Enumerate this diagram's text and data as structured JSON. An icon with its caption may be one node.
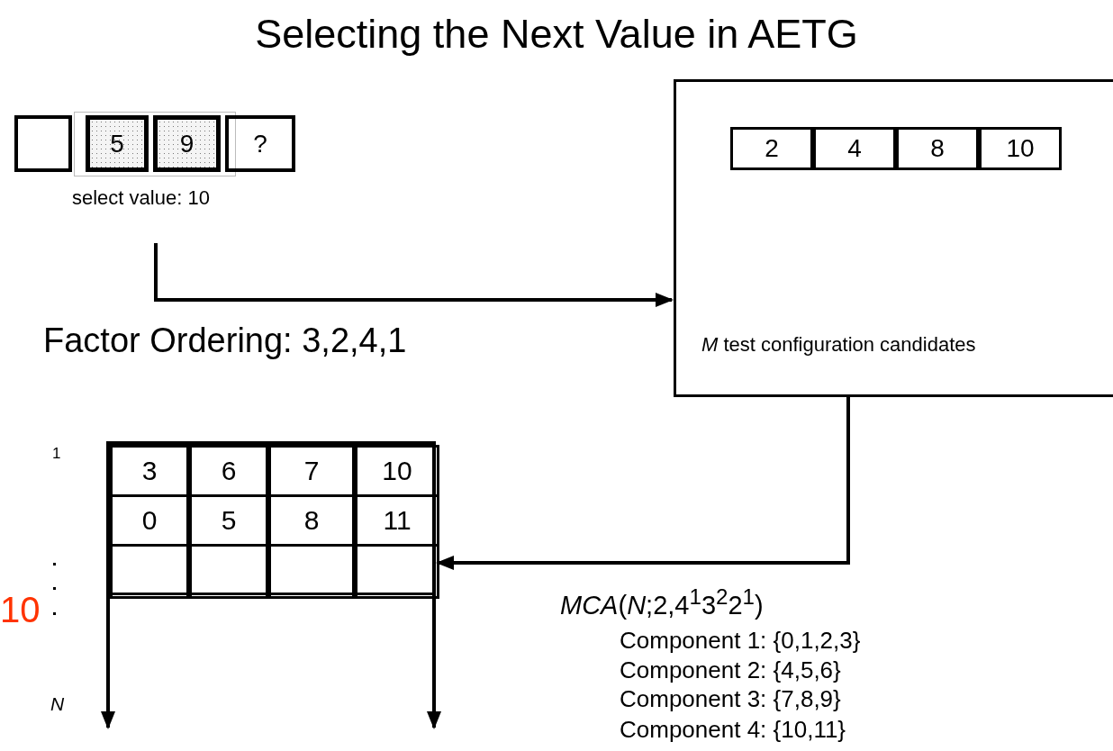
{
  "diagram": {
    "title": "Selecting the Next Value in AETG",
    "nodes": [
      {
        "text": [],
        "shape": "box"
      },
      {
        "text": [
          "5"
        ]
      },
      {
        "text": [
          "9"
        ]
      },
      {
        "text": [
          "?"
        ]
      },
      {
        "text": [
          "*M* test configuration candidates"
        ]
      },
      {
        "text": [
          "2"
        ],
        "in": 4
      },
      {
        "text": [
          "4"
        ],
        "in": 4
      },
      {
        "text": [
          "8"
        ],
        "in": 4
      },
      {
        "text": [
          "10"
        ],
        "in": 4
      },
      {
        "text": [],
        "shape": "box"
      },
      {
        "text": [
          "3"
        ],
        "in": 9
      },
      {
        "text": [
          "6"
        ],
        "in": 9
      },
      {
        "text": [
          "7"
        ],
        "in": 9
      },
      {
        "text": [
          "10"
        ],
        "in": 9
      },
      {
        "text": [
          "0"
        ],
        "in": 9
      },
      {
        "text": [
          "5"
        ],
        "in": 9
      },
      {
        "text": [
          "8"
        ],
        "in": 9
      },
      {
        "text": [
          "11"
        ],
        "in": 9
      },
      {
        "text": [],
        "shape": "box",
        "in": 9
      },
      {
        "text": [],
        "shape": "box",
        "in": 9
      },
      {
        "text": [],
        "shape": "box",
        "in": 9
      },
      {
        "text": [],
        "shape": "box",
        "in": 9
      }
    ],
    "edges": [
      {
        "from": null,
        "to": 4,
        "arrow": "to"
      },
      {
        "from": 4,
        "to": 9,
        "arrow": "to"
      }
    ],
    "labels": [
      "select value: 10",
      "Factor Ordering: 3,2,4,1",
      "1",
      "10",
      "*N*",
      "*MCA*(*N*;2,4$^{1}$3$^{2}$2$^{1}$)",
      "Component 1: {0,1,2,3}",
      "Component 2: {4,5,6}",
      "Component 3: {7,8,9}",
      "Component 4: {10,11}"
    ]
  }
}
